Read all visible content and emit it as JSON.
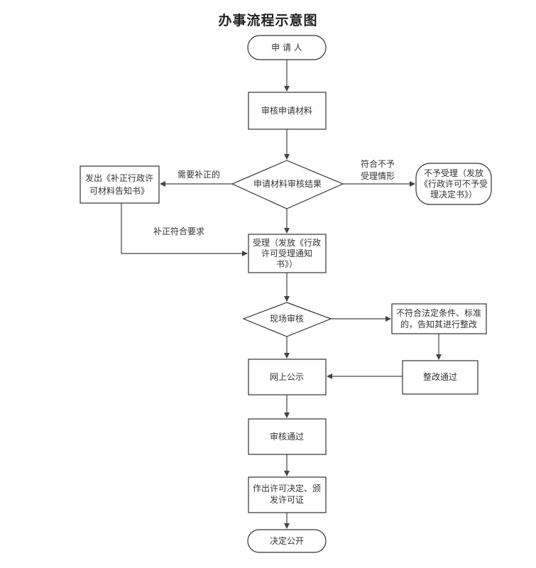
{
  "title": "办事流程示意图",
  "nodes": {
    "applicant": "申  请  人",
    "review_materials": "审核申请材料",
    "review_result": "申请材料审核结果",
    "issue_correction_line1": "发出《补正行政许",
    "issue_correction_line2": "可材料告知书》",
    "not_accept_line1": "不予受理（发放",
    "not_accept_line2": "《行政许可不予受",
    "not_accept_line3": "理决定书》）",
    "accept_line1": "受理（发放《行政",
    "accept_line2": "许可受理通知",
    "accept_line3": "书》）",
    "site_review": "现场审核",
    "noncompliant_line1": "不符合法定条件、标准",
    "noncompliant_line2": "的，告知其进行整改",
    "rectify_passed": "整改通过",
    "online_publicity": "网上公示",
    "review_passed": "审核通过",
    "decision_line1": "作出许可决定、颁",
    "decision_line2": "发许可证",
    "decision_public": "决定公开"
  },
  "edges": {
    "needs_correction": "需要补正的",
    "not_qualified_line1": "符合不予",
    "not_qualified_line2": "受理情形",
    "correction_ok": "补正符合要求"
  }
}
